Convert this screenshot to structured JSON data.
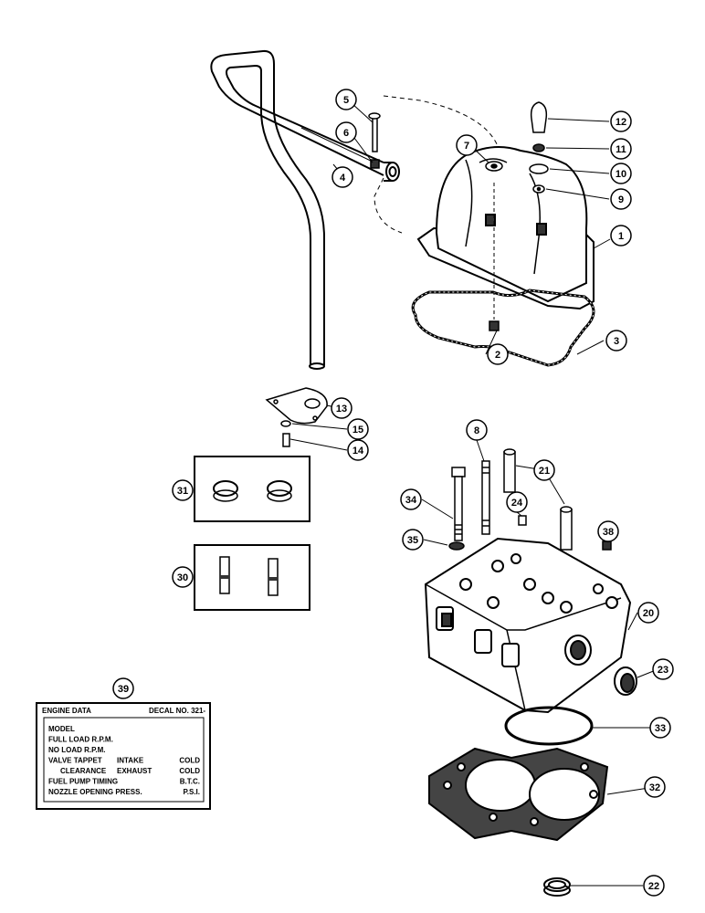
{
  "callouts": [
    "5",
    "6",
    "7",
    "12",
    "11",
    "10",
    "9",
    "1",
    "4",
    "2",
    "3",
    "13",
    "15",
    "14",
    "31",
    "30",
    "8",
    "21",
    "34",
    "24",
    "35",
    "38",
    "20",
    "23",
    "33",
    "32",
    "22",
    "39"
  ],
  "decal": {
    "title": "ENGINE DATA",
    "decal_no": "DECAL NO. 321-",
    "rows": [
      {
        "label": "MODEL",
        "mid": "",
        "right": ""
      },
      {
        "label": "FULL LOAD R.P.M.",
        "mid": "",
        "right": ""
      },
      {
        "label": "NO LOAD R.P.M.",
        "mid": "",
        "right": ""
      },
      {
        "label": "VALVE TAPPET",
        "mid": "INTAKE",
        "right": "COLD"
      },
      {
        "label": "CLEARANCE",
        "mid": "EXHAUST",
        "right": "COLD"
      },
      {
        "label": "FUEL PUMP TIMING",
        "mid": "",
        "right": "B.T.C."
      },
      {
        "label": "NOZZLE OPENING PRESS.",
        "mid": "",
        "right": "P.S.I."
      }
    ]
  }
}
